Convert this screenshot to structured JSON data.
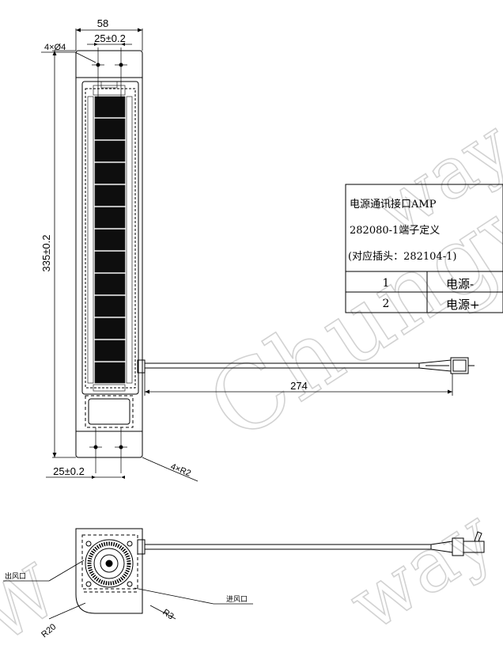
{
  "dimensions": {
    "overall_width": "58",
    "hole_spacing_top": "25±0.2",
    "hole_count_diameter": "4×Ø4",
    "overall_height": "335±0.2",
    "cable_length": "274",
    "hole_spacing_bottom": "25±0.2",
    "corner_radius": "4×R2",
    "radius_outer": "R20",
    "radius_small": "R3"
  },
  "connector_table": {
    "header_lines": [
      "电源通讯接口AMP",
      "282080-1端子定义",
      "(对应插头：282104-1)"
    ],
    "rows": [
      {
        "pin": "1",
        "label": "电源-"
      },
      {
        "pin": "2",
        "label": "电源+"
      }
    ]
  },
  "side_view": {
    "outlet_label": "出风口",
    "inlet_label": "进风口"
  },
  "watermark": {
    "text_center": "Chungway",
    "text_top_right": "way",
    "text_bottom_right": "way",
    "text_bottom_left": "W"
  }
}
